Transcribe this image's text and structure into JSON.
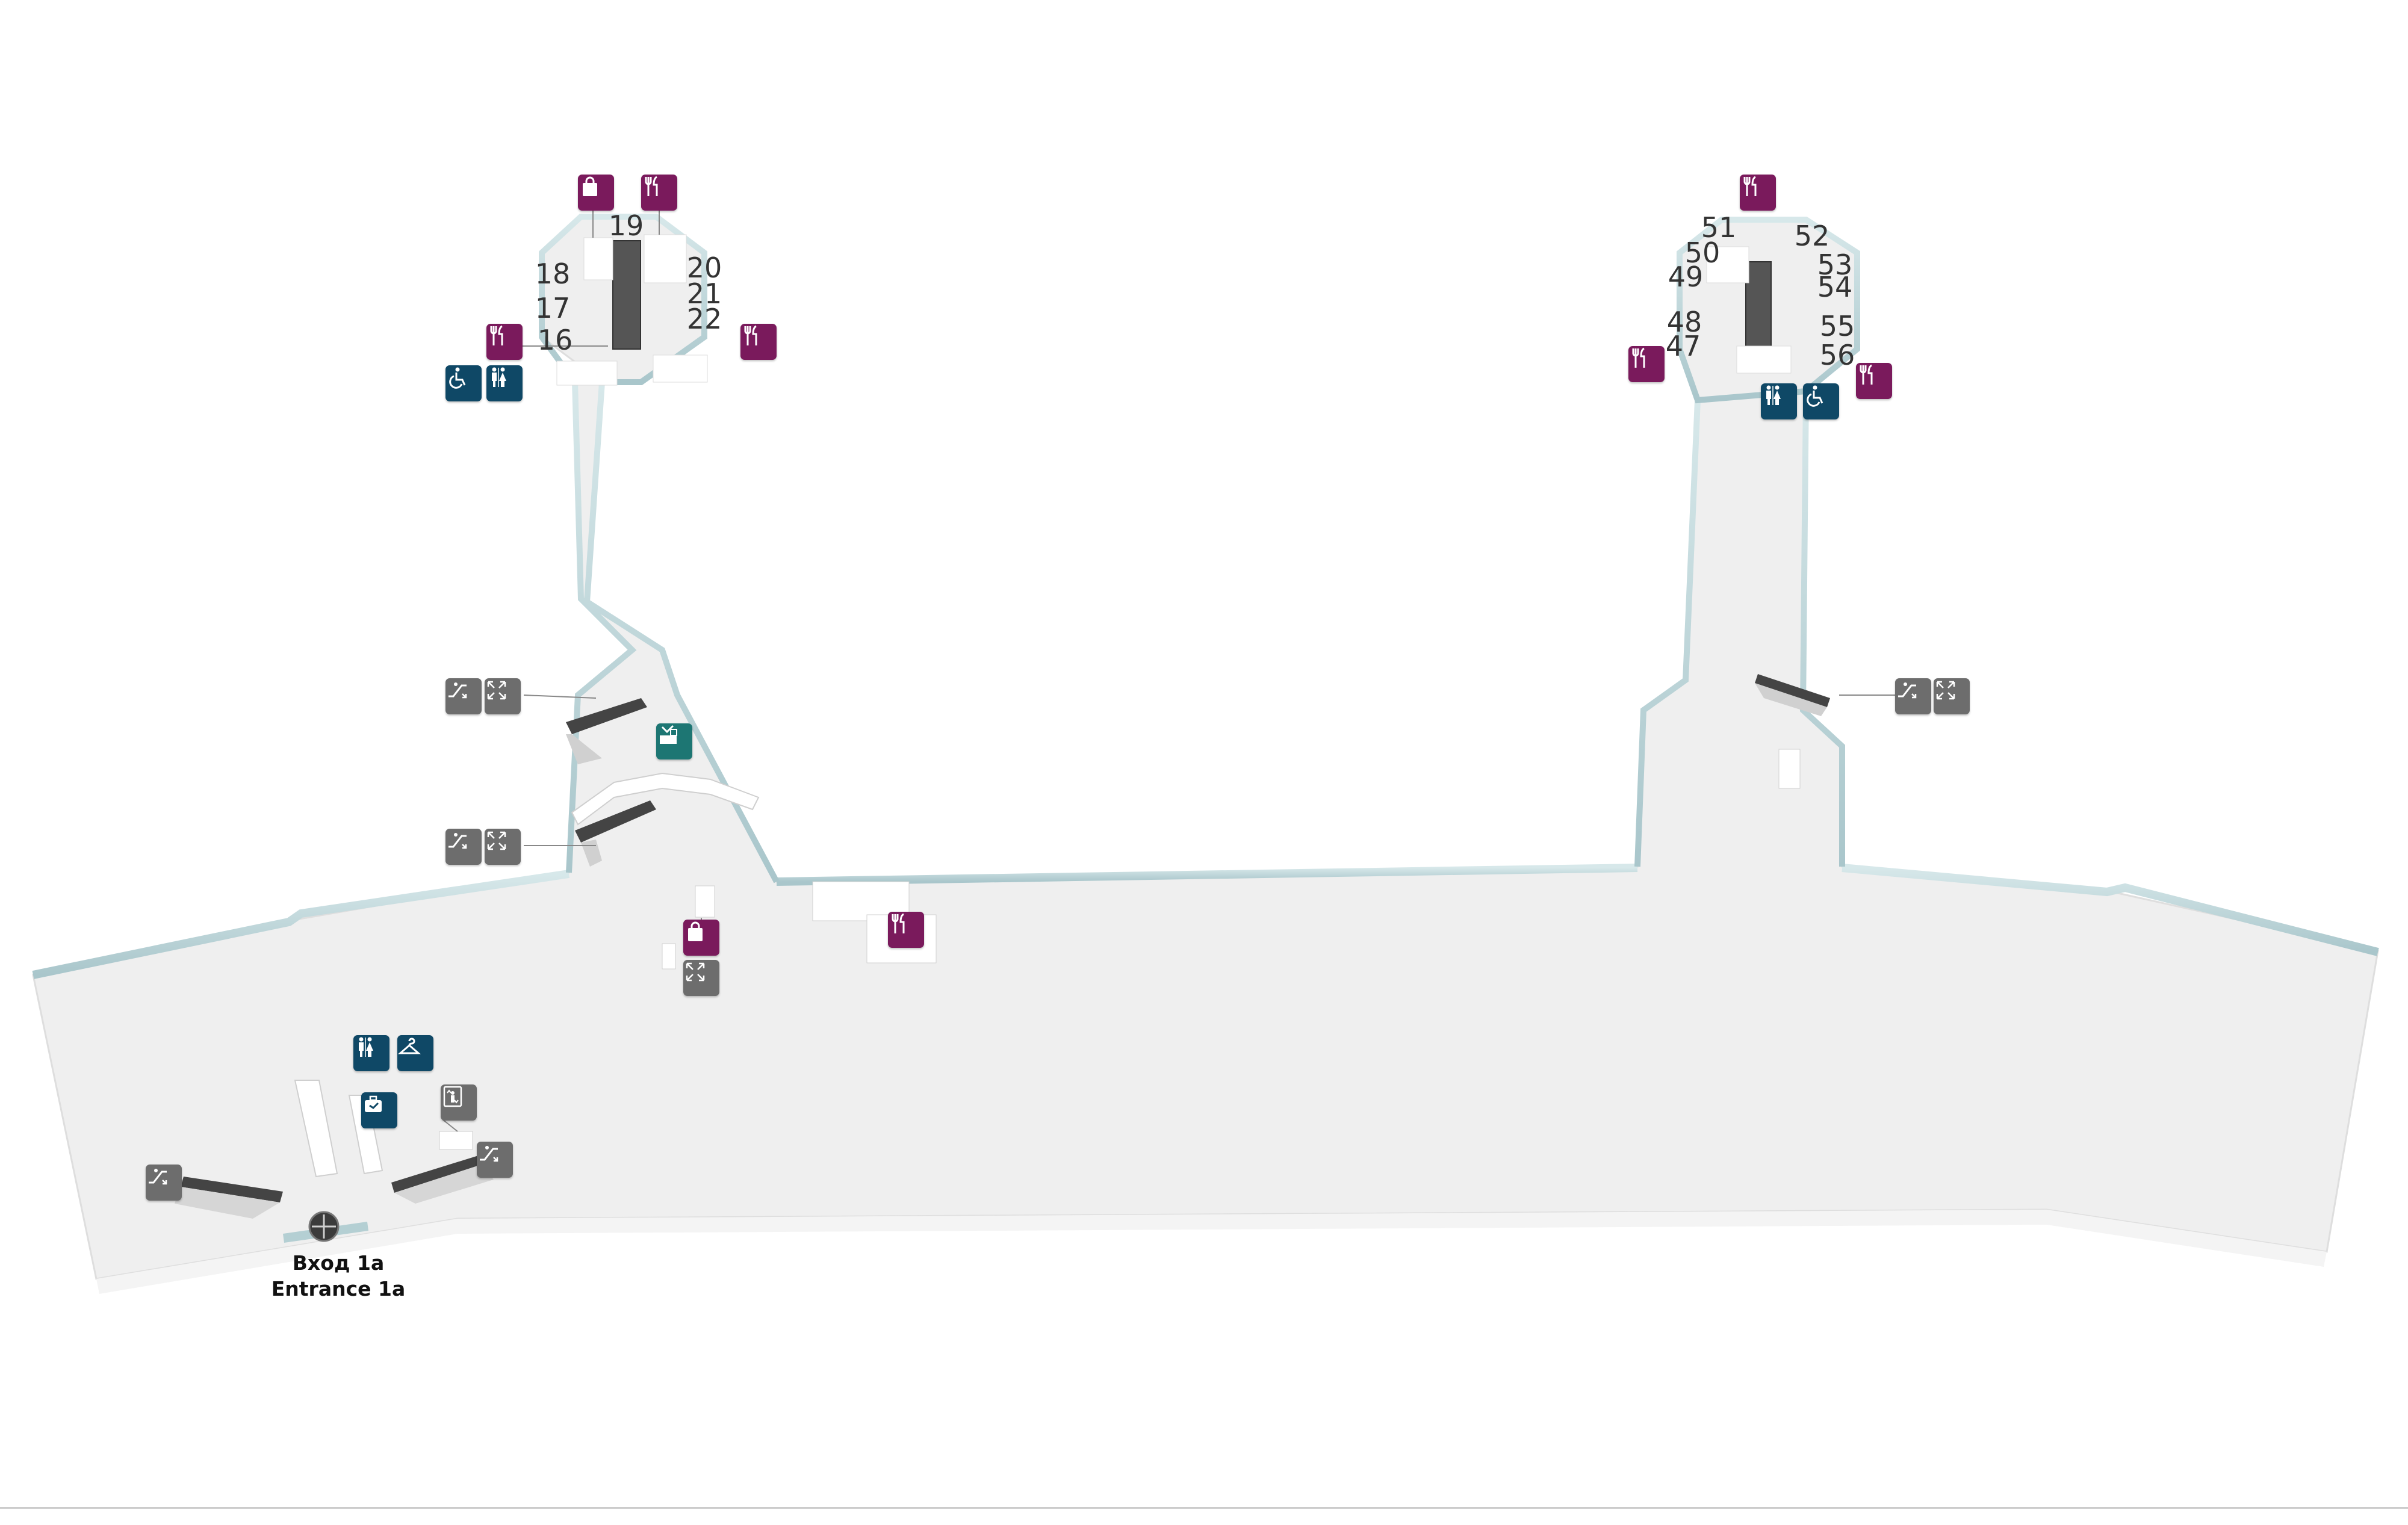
{
  "colors": {
    "food": "#7a1a5c",
    "shop": "#7a1a5c",
    "service": "#0f4866",
    "escalator": "#6d6d6d",
    "checkin": "#1d7673",
    "floor": "#efefef",
    "glass": "#b9d4d8"
  },
  "entrance": {
    "label_ru": "Вход 1а",
    "label_en": "Entrance 1a",
    "icon": "revolving-door-icon"
  },
  "gate_labels": [
    "19",
    "18",
    "20",
    "21",
    "17",
    "22",
    "16",
    "51",
    "52",
    "50",
    "53",
    "49",
    "54",
    "48",
    "55",
    "47",
    "56"
  ],
  "icons": [
    {
      "name": "shop-icon",
      "category": "shop",
      "glyph": "bag"
    },
    {
      "name": "food-icon",
      "category": "food",
      "glyph": "fork"
    },
    {
      "name": "food-icon",
      "category": "food",
      "glyph": "fork"
    },
    {
      "name": "food-icon",
      "category": "food",
      "glyph": "fork"
    },
    {
      "name": "accessible-icon",
      "category": "service",
      "glyph": "wheelchair"
    },
    {
      "name": "toilet-icon",
      "category": "service",
      "glyph": "toilet"
    },
    {
      "name": "food-icon",
      "category": "food",
      "glyph": "fork"
    },
    {
      "name": "food-icon",
      "category": "food",
      "glyph": "fork"
    },
    {
      "name": "food-icon",
      "category": "food",
      "glyph": "fork"
    },
    {
      "name": "toilet-icon",
      "category": "service",
      "glyph": "toilet"
    },
    {
      "name": "accessible-icon",
      "category": "service",
      "glyph": "wheelchair"
    },
    {
      "name": "escalator-icon",
      "category": "escalator",
      "glyph": "escalator"
    },
    {
      "name": "transfer-icon",
      "category": "escalator",
      "glyph": "arrows"
    },
    {
      "name": "escalator-icon",
      "category": "escalator",
      "glyph": "escalator"
    },
    {
      "name": "transfer-icon",
      "category": "escalator",
      "glyph": "arrows"
    },
    {
      "name": "escalator-icon",
      "category": "escalator",
      "glyph": "escalator"
    },
    {
      "name": "transfer-icon",
      "category": "escalator",
      "glyph": "arrows"
    },
    {
      "name": "checkin-icon",
      "category": "checkin",
      "glyph": "checkin"
    },
    {
      "name": "shop-icon",
      "category": "shop",
      "glyph": "bag"
    },
    {
      "name": "transfer-icon",
      "category": "escalator",
      "glyph": "arrows"
    },
    {
      "name": "food-icon",
      "category": "food",
      "glyph": "fork"
    },
    {
      "name": "toilet-icon",
      "category": "service",
      "glyph": "toilet"
    },
    {
      "name": "cloakroom-icon",
      "category": "service",
      "glyph": "hanger"
    },
    {
      "name": "baggage-icon",
      "category": "service",
      "glyph": "baggage"
    },
    {
      "name": "elevator-icon",
      "category": "escalator",
      "glyph": "elevator"
    },
    {
      "name": "escalator-icon",
      "category": "escalator",
      "glyph": "escalator"
    },
    {
      "name": "escalator-icon",
      "category": "escalator",
      "glyph": "escalator"
    }
  ]
}
